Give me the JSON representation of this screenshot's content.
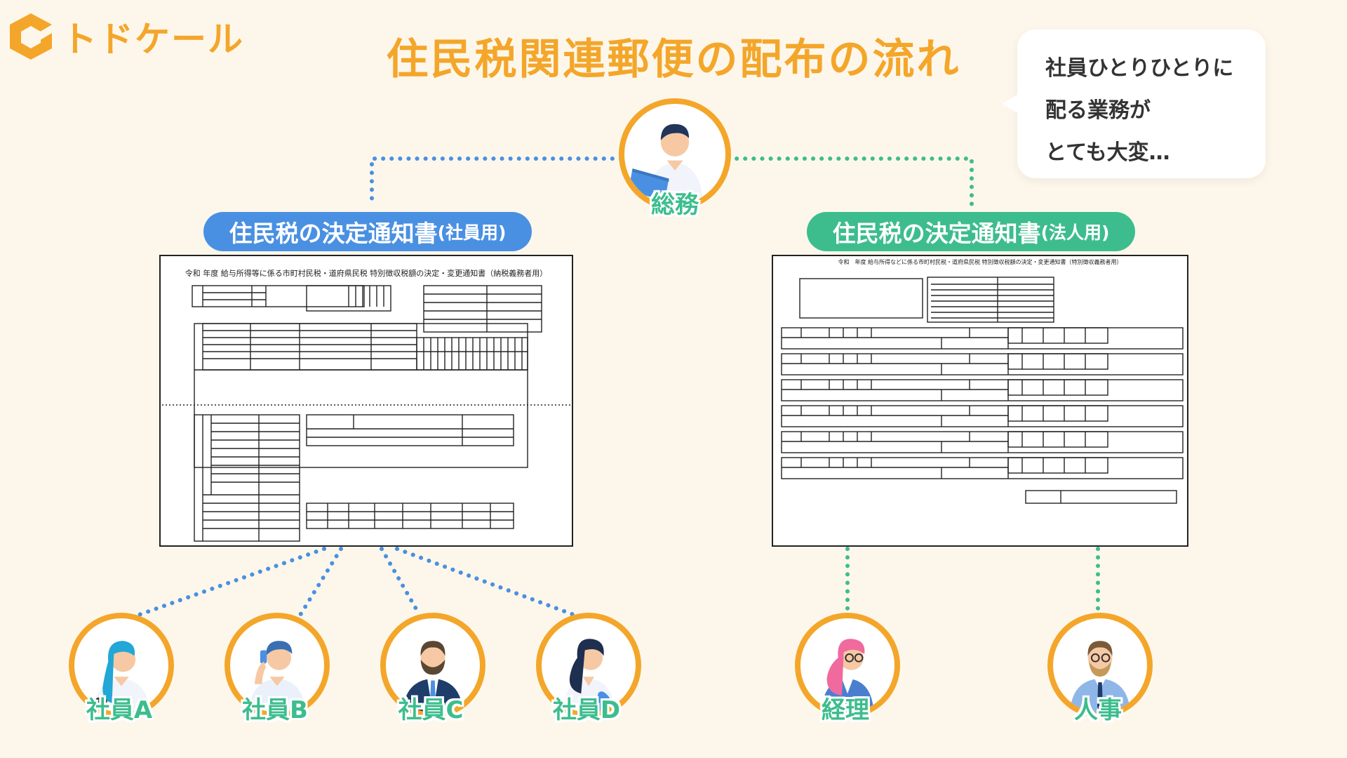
{
  "brand": {
    "logo_text": "トドケール",
    "accent": "#f4a62a"
  },
  "title": "住民税関連郵便の配布の流れ",
  "bubble": {
    "lines": [
      "社員ひとりひとりに",
      "配る業務が",
      "とても大変…"
    ]
  },
  "hub": {
    "label": "総務"
  },
  "employee_doc": {
    "tag_main": "住民税の決定通知書",
    "tag_sub": "(社員用)",
    "header": "令和 年度 給与所得等に係る市町村民税・道府県民税 特別徴収税額の決定・変更通知書（納税義務者用）"
  },
  "corporate_doc": {
    "tag_main": "住民税の決定通知書",
    "tag_sub": "(法人用)",
    "header": "令和　年度 給与所得などに係る市町村民税・道府県民税 特別徴収税額の決定・変更通知書（特別徴収義務者用）"
  },
  "recipients": {
    "employees": [
      "社員A",
      "社員B",
      "社員C",
      "社員D"
    ],
    "corporate": [
      "経理",
      "人事"
    ]
  },
  "colors": {
    "blue_line": "#4a90e2",
    "green_line": "#3dbd8e",
    "ring": "#f4a62a",
    "background": "#fdf7eb"
  }
}
